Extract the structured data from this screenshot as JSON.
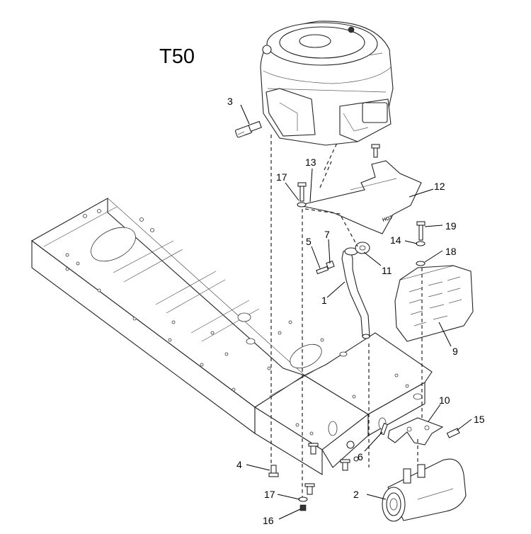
{
  "diagram": {
    "title": "T50",
    "stamp": "HOT",
    "callouts": {
      "c1": "1",
      "c2": "2",
      "c3": "3",
      "c4": "4",
      "c5": "5",
      "c6": "6",
      "c7": "7",
      "c9": "9",
      "c10": "10",
      "c11": "11",
      "c12": "12",
      "c13": "13",
      "c14": "14",
      "c15": "15",
      "c16": "16",
      "c17a": "17",
      "c17b": "17",
      "c18": "18",
      "c19": "19"
    }
  }
}
